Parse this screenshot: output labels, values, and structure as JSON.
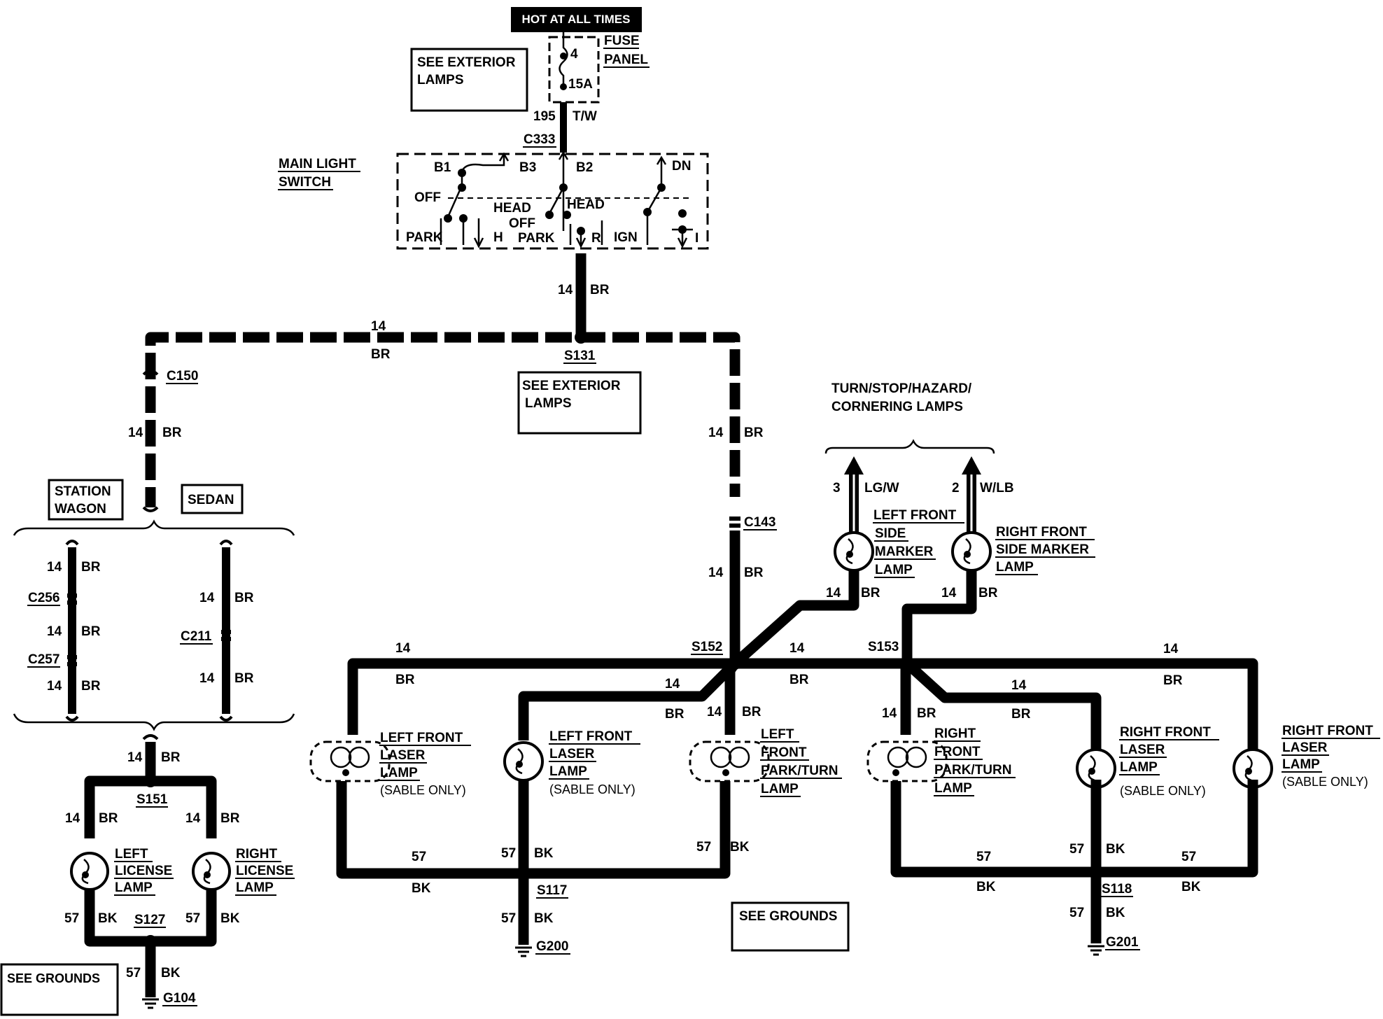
{
  "header": {
    "hot_label": "HOT AT ALL TIMES"
  },
  "fuse": {
    "number": "4",
    "rating": "15A",
    "label_1": "FUSE",
    "label_2": "PANEL"
  },
  "notes": {
    "see_exterior_1a": "SEE EXTERIOR",
    "see_exterior_1b": "LAMPS",
    "see_exterior_2a": "SEE EXTERIOR",
    "see_exterior_2b": "LAMPS",
    "see_grounds_left": "SEE  GROUNDS",
    "see_grounds_center": "SEE GROUNDS"
  },
  "switch": {
    "title_1": "MAIN LIGHT",
    "title_2": "SWITCH",
    "b1": "B1",
    "b3": "B3",
    "b2": "B2",
    "dn": "DN",
    "off1": "OFF",
    "head1": "HEAD",
    "off2": "OFF",
    "head2": "HEAD",
    "park1": "PARK",
    "h": "H",
    "park2": "PARK",
    "r": "R",
    "ign": "IGN",
    "i": "I"
  },
  "connectors": {
    "c333": "C333",
    "c150": "C150",
    "c143": "C143",
    "c256": "C256",
    "c257": "C257",
    "c211": "C211"
  },
  "splices": {
    "s131": "S131",
    "s152": "S152",
    "s153": "S153",
    "s151": "S151",
    "s127": "S127",
    "s117": "S117",
    "s118": "S118"
  },
  "grounds": {
    "g104": "G104",
    "g200": "G200",
    "g201": "G201"
  },
  "variants": {
    "station_1": "STATION",
    "station_2": "WAGON",
    "sedan": "SEDAN"
  },
  "circuits": {
    "c195": "195",
    "tw": "T/W",
    "c14": "14",
    "br": "BR",
    "c57": "57",
    "bk": "BK",
    "c3": "3",
    "lgw": "LG/W",
    "c2": "2",
    "wlb": "W/LB"
  },
  "turn_stop": {
    "line1": "TURN/STOP/HAZARD/",
    "line2": "CORNERING LAMPS"
  },
  "lamps": {
    "lfsm": [
      "LEFT FRONT",
      "SIDE",
      "MARKER",
      "LAMP"
    ],
    "rfsm": [
      "RIGHT FRONT",
      "SIDE MARKER",
      "LAMP"
    ],
    "lfl1": [
      "LEFT FRONT",
      "LASER",
      "LAMP",
      "(SABLE ONLY)"
    ],
    "lfl2": [
      "LEFT FRONT",
      "LASER",
      "LAMP",
      "(SABLE ONLY)"
    ],
    "lfpt": [
      "LEFT",
      "FRONT",
      "PARK/TURN",
      "LAMP"
    ],
    "rfpt": [
      "RIGHT",
      "FRONT",
      "PARK/TURN",
      "LAMP"
    ],
    "rfl1": [
      "RIGHT FRONT",
      "LASER",
      "LAMP",
      "(SABLE ONLY)"
    ],
    "rfl2": [
      "RIGHT FRONT",
      "LASER",
      "LAMP",
      "(SABLE ONLY)"
    ],
    "llic": [
      "LEFT",
      "LICENSE",
      "LAMP"
    ],
    "rlic": [
      "RIGHT",
      "LICENSE",
      "LAMP"
    ]
  }
}
